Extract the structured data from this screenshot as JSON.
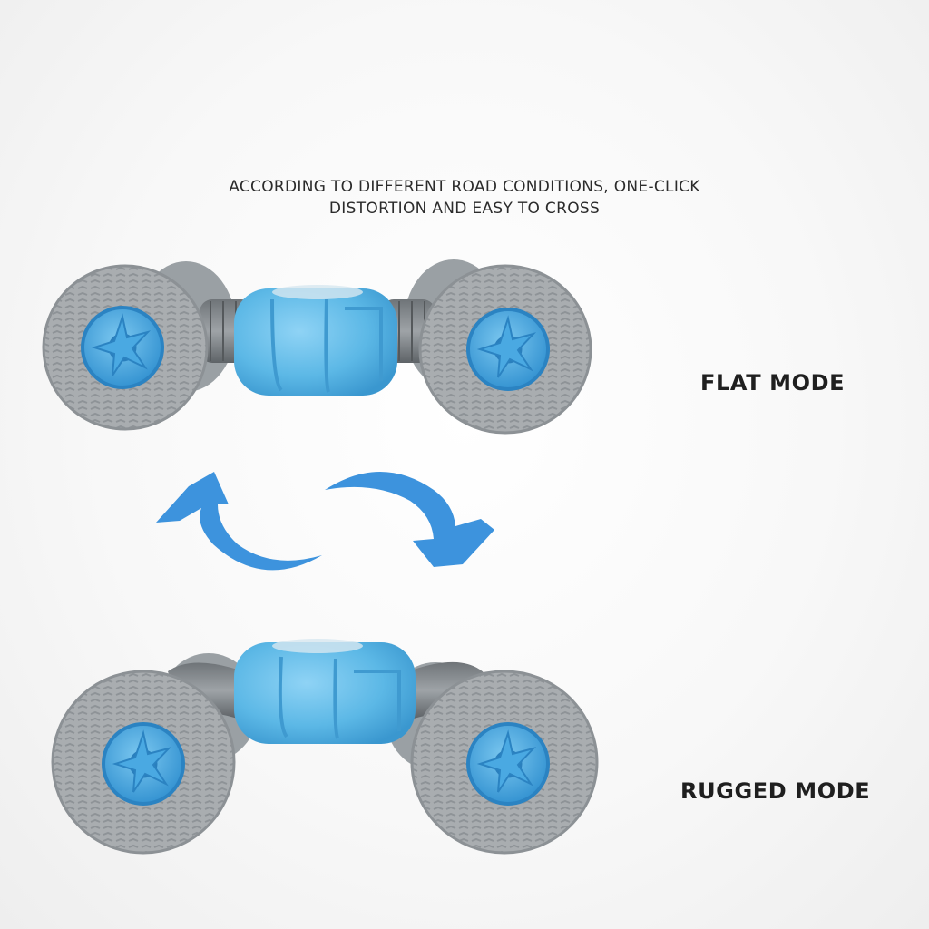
{
  "headline": {
    "line1": "ACCORDING TO DIFFERENT ROAD CONDITIONS, ONE-CLICK",
    "line2": "DISTORTION AND EASY TO CROSS"
  },
  "modes": {
    "flat_label": "FLAT MODE",
    "rugged_label": "RUGGED MODE"
  },
  "colors": {
    "background": "#f6f6f6",
    "tire_gray": "#a9adb0",
    "rim_blue": "#3aa3e0",
    "body_blue": "#5cb8e6",
    "arrow_blue": "#3d93dd",
    "text_dark": "#1f1f1f"
  },
  "icons": [
    "rotate-arrow-left-icon",
    "rotate-arrow-right-icon"
  ]
}
